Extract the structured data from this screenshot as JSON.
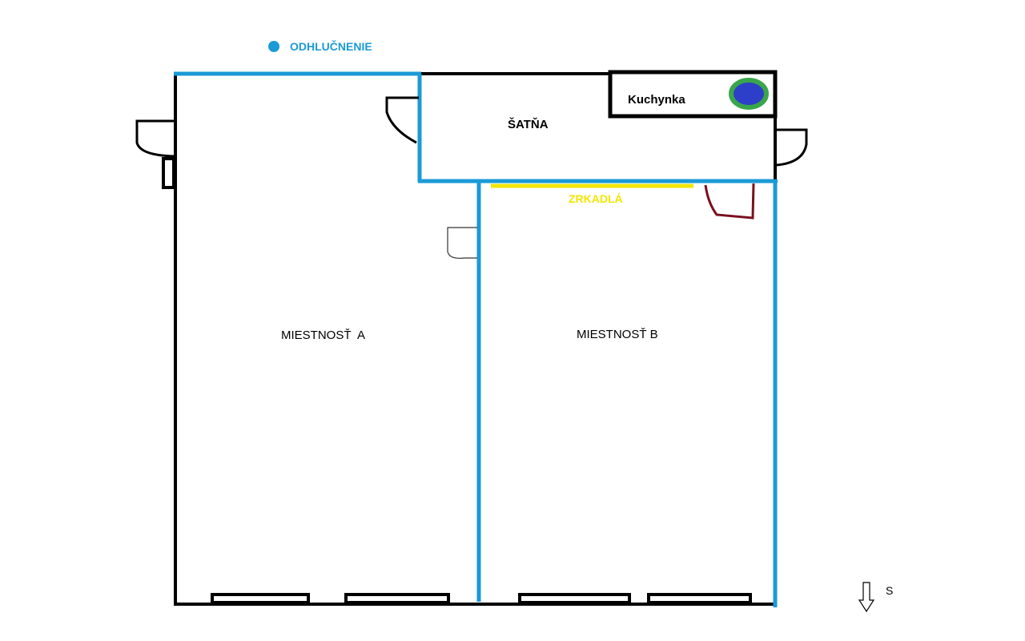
{
  "legend": {
    "soundproofing_label": "ODHLUČNENIE",
    "marker_color": "#1a9ad6"
  },
  "rooms": {
    "room_a": "MIESTNOSŤ  A",
    "room_b": "MIESTNOSŤ B",
    "wardrobe": "ŠATŇA",
    "kitchenette": "Kuchynka"
  },
  "mirror": {
    "label": "ZRKADLÁ",
    "color": "#f2e600"
  },
  "compass": {
    "label": "S"
  },
  "colors": {
    "wall": "#000000",
    "soundproof_wall": "#1a9ad6",
    "door_b": "#7a1020",
    "sink_outer": "#3aa64a",
    "sink_inner": "#2d3fc9"
  }
}
